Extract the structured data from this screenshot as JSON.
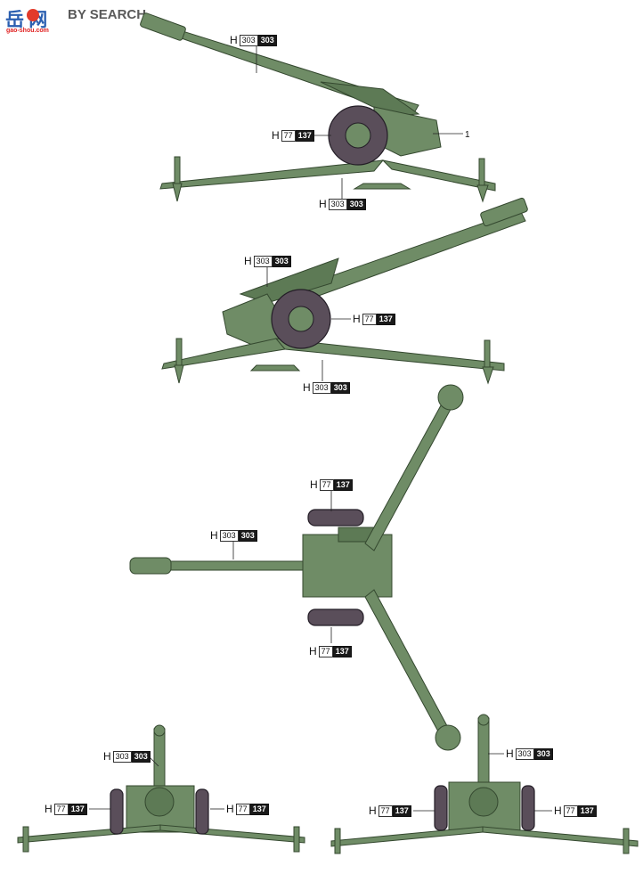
{
  "header": {
    "logo_cn": "岳 网",
    "logo_en": "BY SEARCH",
    "logo_url": "gao-shou.com"
  },
  "colors": {
    "olive": "#6f8c66",
    "olive_dark": "#3f5a3c",
    "tire": "#5a4e5a",
    "tire_dark": "#2c2630"
  },
  "callouts": [
    {
      "h": "H",
      "code": "303",
      "num": "303"
    },
    {
      "h": "H",
      "code": "77",
      "num": "137"
    },
    {
      "h": "H",
      "code": "303",
      "num": "303"
    },
    {
      "h": "H",
      "code": "303",
      "num": "303"
    },
    {
      "h": "H",
      "code": "77",
      "num": "137"
    },
    {
      "h": "H",
      "code": "303",
      "num": "303"
    },
    {
      "h": "H",
      "code": "77",
      "num": "137"
    },
    {
      "h": "H",
      "code": "303",
      "num": "303"
    },
    {
      "h": "H",
      "code": "77",
      "num": "137"
    },
    {
      "h": "H",
      "code": "303",
      "num": "303"
    },
    {
      "h": "H",
      "code": "77",
      "num": "137"
    },
    {
      "h": "H",
      "code": "77",
      "num": "137"
    },
    {
      "h": "H",
      "code": "303",
      "num": "303"
    },
    {
      "h": "H",
      "code": "77",
      "num": "137"
    },
    {
      "h": "H",
      "code": "77",
      "num": "137"
    }
  ],
  "reference_number": "1"
}
